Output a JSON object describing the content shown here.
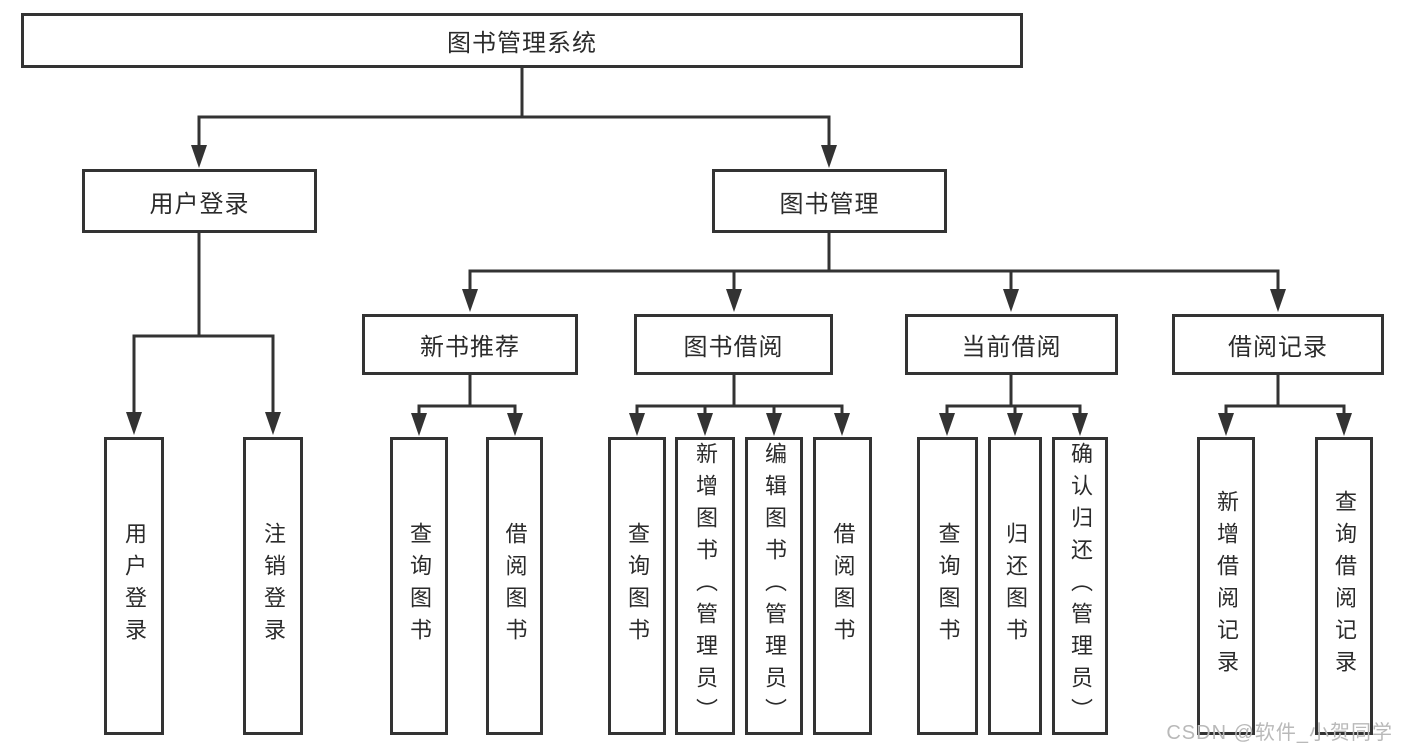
{
  "tree": {
    "root": {
      "label": "图书管理系统",
      "children": [
        {
          "label": "用户登录",
          "children": [
            {
              "label": "用户登录"
            },
            {
              "label": "注销登录"
            }
          ]
        },
        {
          "label": "图书管理",
          "children": [
            {
              "label": "新书推荐",
              "children": [
                {
                  "label": "查询图书"
                },
                {
                  "label": "借阅图书"
                }
              ]
            },
            {
              "label": "图书借阅",
              "children": [
                {
                  "label": "查询图书"
                },
                {
                  "label": "新增图书（管理员）"
                },
                {
                  "label": "编辑图书（管理员）"
                },
                {
                  "label": "借阅图书"
                }
              ]
            },
            {
              "label": "当前借阅",
              "children": [
                {
                  "label": "查询图书"
                },
                {
                  "label": "归还图书"
                },
                {
                  "label": "确认归还（管理员）"
                }
              ]
            },
            {
              "label": "借阅记录",
              "children": [
                {
                  "label": "新增借阅记录"
                },
                {
                  "label": "查询借阅记录"
                }
              ]
            }
          ]
        }
      ]
    }
  },
  "watermark": {
    "text": "CSDN @软件_小贺同学"
  },
  "colors": {
    "line": "#333333",
    "box_border": "#333333",
    "text": "#2b2b2b",
    "watermark": "#b9b9b9",
    "background": "#ffffff"
  }
}
